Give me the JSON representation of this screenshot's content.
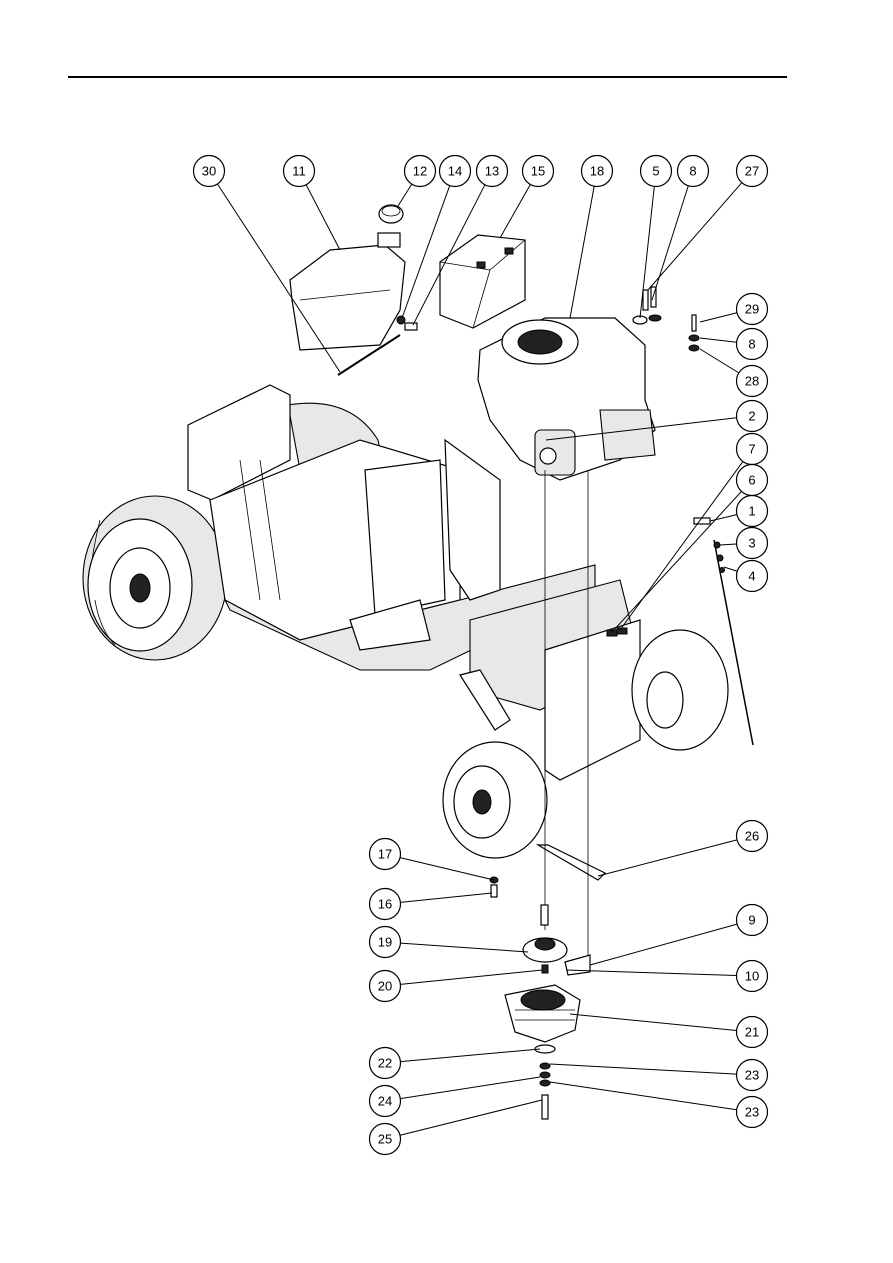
{
  "callouts": [
    {
      "id": "30",
      "label": "30"
    },
    {
      "id": "11",
      "label": "11"
    },
    {
      "id": "12",
      "label": "12"
    },
    {
      "id": "14",
      "label": "14"
    },
    {
      "id": "13",
      "label": "13"
    },
    {
      "id": "15",
      "label": "15"
    },
    {
      "id": "18",
      "label": "18"
    },
    {
      "id": "5",
      "label": "5"
    },
    {
      "id": "8a",
      "label": "8"
    },
    {
      "id": "27",
      "label": "27"
    },
    {
      "id": "29",
      "label": "29"
    },
    {
      "id": "8b",
      "label": "8"
    },
    {
      "id": "28",
      "label": "28"
    },
    {
      "id": "2",
      "label": "2"
    },
    {
      "id": "7",
      "label": "7"
    },
    {
      "id": "6",
      "label": "6"
    },
    {
      "id": "1",
      "label": "1"
    },
    {
      "id": "3",
      "label": "3"
    },
    {
      "id": "4",
      "label": "4"
    },
    {
      "id": "26",
      "label": "26"
    },
    {
      "id": "17",
      "label": "17"
    },
    {
      "id": "16",
      "label": "16"
    },
    {
      "id": "9",
      "label": "9"
    },
    {
      "id": "19",
      "label": "19"
    },
    {
      "id": "10",
      "label": "10"
    },
    {
      "id": "20",
      "label": "20"
    },
    {
      "id": "21",
      "label": "21"
    },
    {
      "id": "22",
      "label": "22"
    },
    {
      "id": "23a",
      "label": "23"
    },
    {
      "id": "24",
      "label": "24"
    },
    {
      "id": "23b",
      "label": "23"
    },
    {
      "id": "25",
      "label": "25"
    }
  ]
}
